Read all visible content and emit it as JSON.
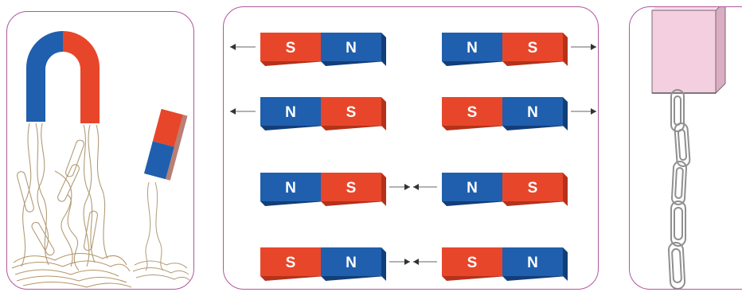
{
  "colors": {
    "red": "#e8462a",
    "red_dark": "#b5311a",
    "blue": "#1f5fae",
    "blue_dark": "#123e78",
    "border": "#b0579a",
    "arrow": "#333333",
    "box_pink": "#f4cfe0"
  },
  "poles": {
    "north": "N",
    "south": "S"
  },
  "magnet_pairs": [
    {
      "left": [
        "S",
        "N"
      ],
      "left_arrow": "outward",
      "right": [
        "N",
        "S"
      ],
      "right_arrow": "outward"
    },
    {
      "left": [
        "N",
        "S"
      ],
      "left_arrow": "outward",
      "right": [
        "S",
        "N"
      ],
      "right_arrow": "outward"
    },
    {
      "left": [
        "N",
        "S"
      ],
      "left_arrow": "inward",
      "right": [
        "N",
        "S"
      ],
      "right_arrow": "inward"
    },
    {
      "left": [
        "S",
        "N"
      ],
      "left_arrow": "inward",
      "right": [
        "S",
        "N"
      ],
      "right_arrow": "inward"
    }
  ]
}
